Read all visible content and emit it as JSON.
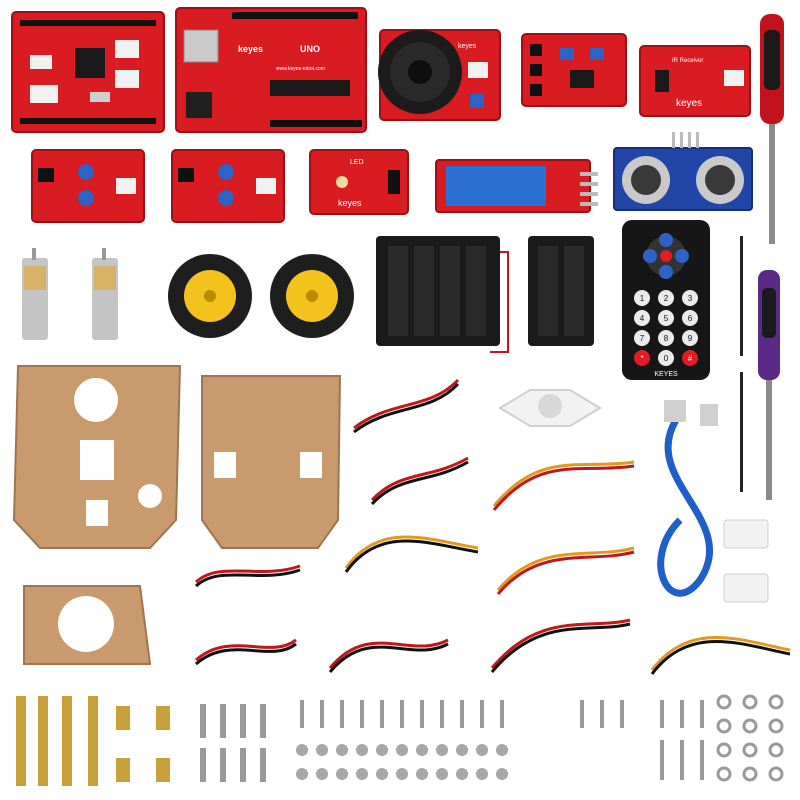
{
  "board_uno": {
    "brand": "keyes",
    "model": "UNO",
    "url": "www.keyes-robot.com"
  },
  "speaker_module": {
    "brand": "keyes"
  },
  "ir_receiver_module": {
    "label": "IR Receiver",
    "brand": "keyes"
  },
  "led_module": {
    "label": "LED",
    "brand": "keyes"
  },
  "remote_control": {
    "brand": "KEYES",
    "keys": [
      "1",
      "2",
      "3",
      "4",
      "5",
      "6",
      "7",
      "8",
      "9",
      "*",
      "0",
      "#"
    ]
  },
  "colors": {
    "pcb_red": "#d91b22",
    "pcb_dark": "#9e0f14",
    "acrylic": "#c89a6e",
    "brass": "#c9a13a",
    "tire": "#1e1e1e",
    "hub": "#f4c21c",
    "usb_blue": "#1f5fc8",
    "screwdriver_red": "#c2121b",
    "screwdriver_purple": "#5b2a86"
  }
}
